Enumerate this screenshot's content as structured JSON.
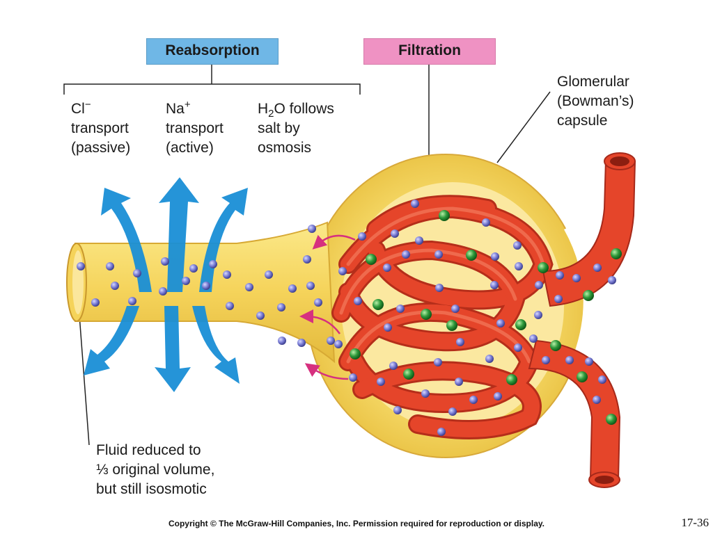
{
  "labels": {
    "reabsorption": "Reabsorption",
    "filtration": "Filtration",
    "cl_ion": "Cl",
    "cl_charge": "−",
    "cl_line2": "transport",
    "cl_line3": "(passive)",
    "na_ion": "Na",
    "na_charge": "+",
    "na_line2": "transport",
    "na_line3": "(active)",
    "h2o_h": "H",
    "h2o_sub": "2",
    "h2o_rest": "O follows",
    "h2o_line2": "salt by",
    "h2o_line3": "osmosis",
    "capsule_line1": "Glomerular",
    "capsule_line2": "(Bowman’s)",
    "capsule_line3": "capsule",
    "fluid_line1": "Fluid reduced to",
    "fluid_line2": "⅓ original volume,",
    "fluid_line3": "but still isosmotic"
  },
  "footer": {
    "copyright": "Copyright © The McGraw-Hill Companies, Inc. Permission required for reproduction or display.",
    "slide_number": "17-36"
  },
  "colors": {
    "reabsorption_box": "#6fb7e6",
    "filtration_box": "#ef92c3",
    "tubule": "#f7d65a",
    "capillary": "#e5452a",
    "arrow_blue": "#1a8fd6",
    "solute_purple": "#7c7fd6",
    "protein_green": "#2f9a3c",
    "pink_arrow": "#d6307f"
  }
}
